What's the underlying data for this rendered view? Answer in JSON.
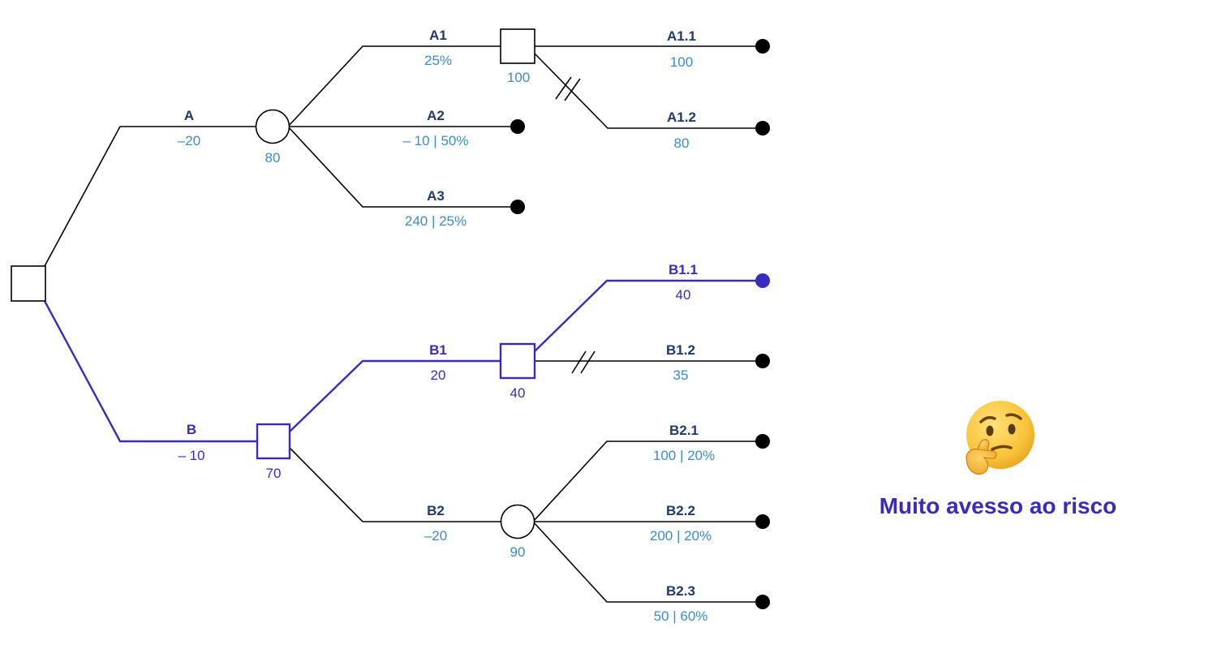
{
  "colors": {
    "line": "#000000",
    "highlight": "#3a2bbd",
    "name_label": "#1f3a6b",
    "value_label": "#3b8cc8",
    "highlight_label": "#3a2bbd"
  },
  "tree": {
    "nodes": {
      "root": {
        "type": "decision"
      },
      "A_chance": {
        "type": "chance",
        "value": "80"
      },
      "A1_decision": {
        "type": "decision",
        "value": "100"
      },
      "B_decision": {
        "type": "decision",
        "value": "70",
        "highlight": true
      },
      "B1_decision": {
        "type": "decision",
        "value": "40",
        "highlight": true
      },
      "B2_chance": {
        "type": "chance",
        "value": "90"
      }
    },
    "branches": {
      "A": {
        "name": "A",
        "value": "–20"
      },
      "A1": {
        "name": "A1",
        "value": "25%"
      },
      "A2": {
        "name": "A2",
        "value": "– 10 | 50%"
      },
      "A3": {
        "name": "A3",
        "value": "240 | 25%"
      },
      "A1_1": {
        "name": "A1.1",
        "value": "100"
      },
      "A1_2": {
        "name": "A1.2",
        "value": "80",
        "pruned": true
      },
      "B": {
        "name": "B",
        "value": "– 10",
        "highlight": true
      },
      "B1": {
        "name": "B1",
        "value": "20",
        "highlight": true
      },
      "B2": {
        "name": "B2",
        "value": "–20"
      },
      "B1_1": {
        "name": "B1.1",
        "value": "40",
        "highlight": true
      },
      "B1_2": {
        "name": "B1.2",
        "value": "35",
        "pruned": true
      },
      "B2_1": {
        "name": "B2.1",
        "value": "100 | 20%"
      },
      "B2_2": {
        "name": "B2.2",
        "value": "200 | 20%"
      },
      "B2_3": {
        "name": "B2.3",
        "value": "50 | 60%"
      }
    }
  },
  "emoji": {
    "icon": "thinking-face-icon"
  },
  "caption": "Muito avesso ao risco"
}
